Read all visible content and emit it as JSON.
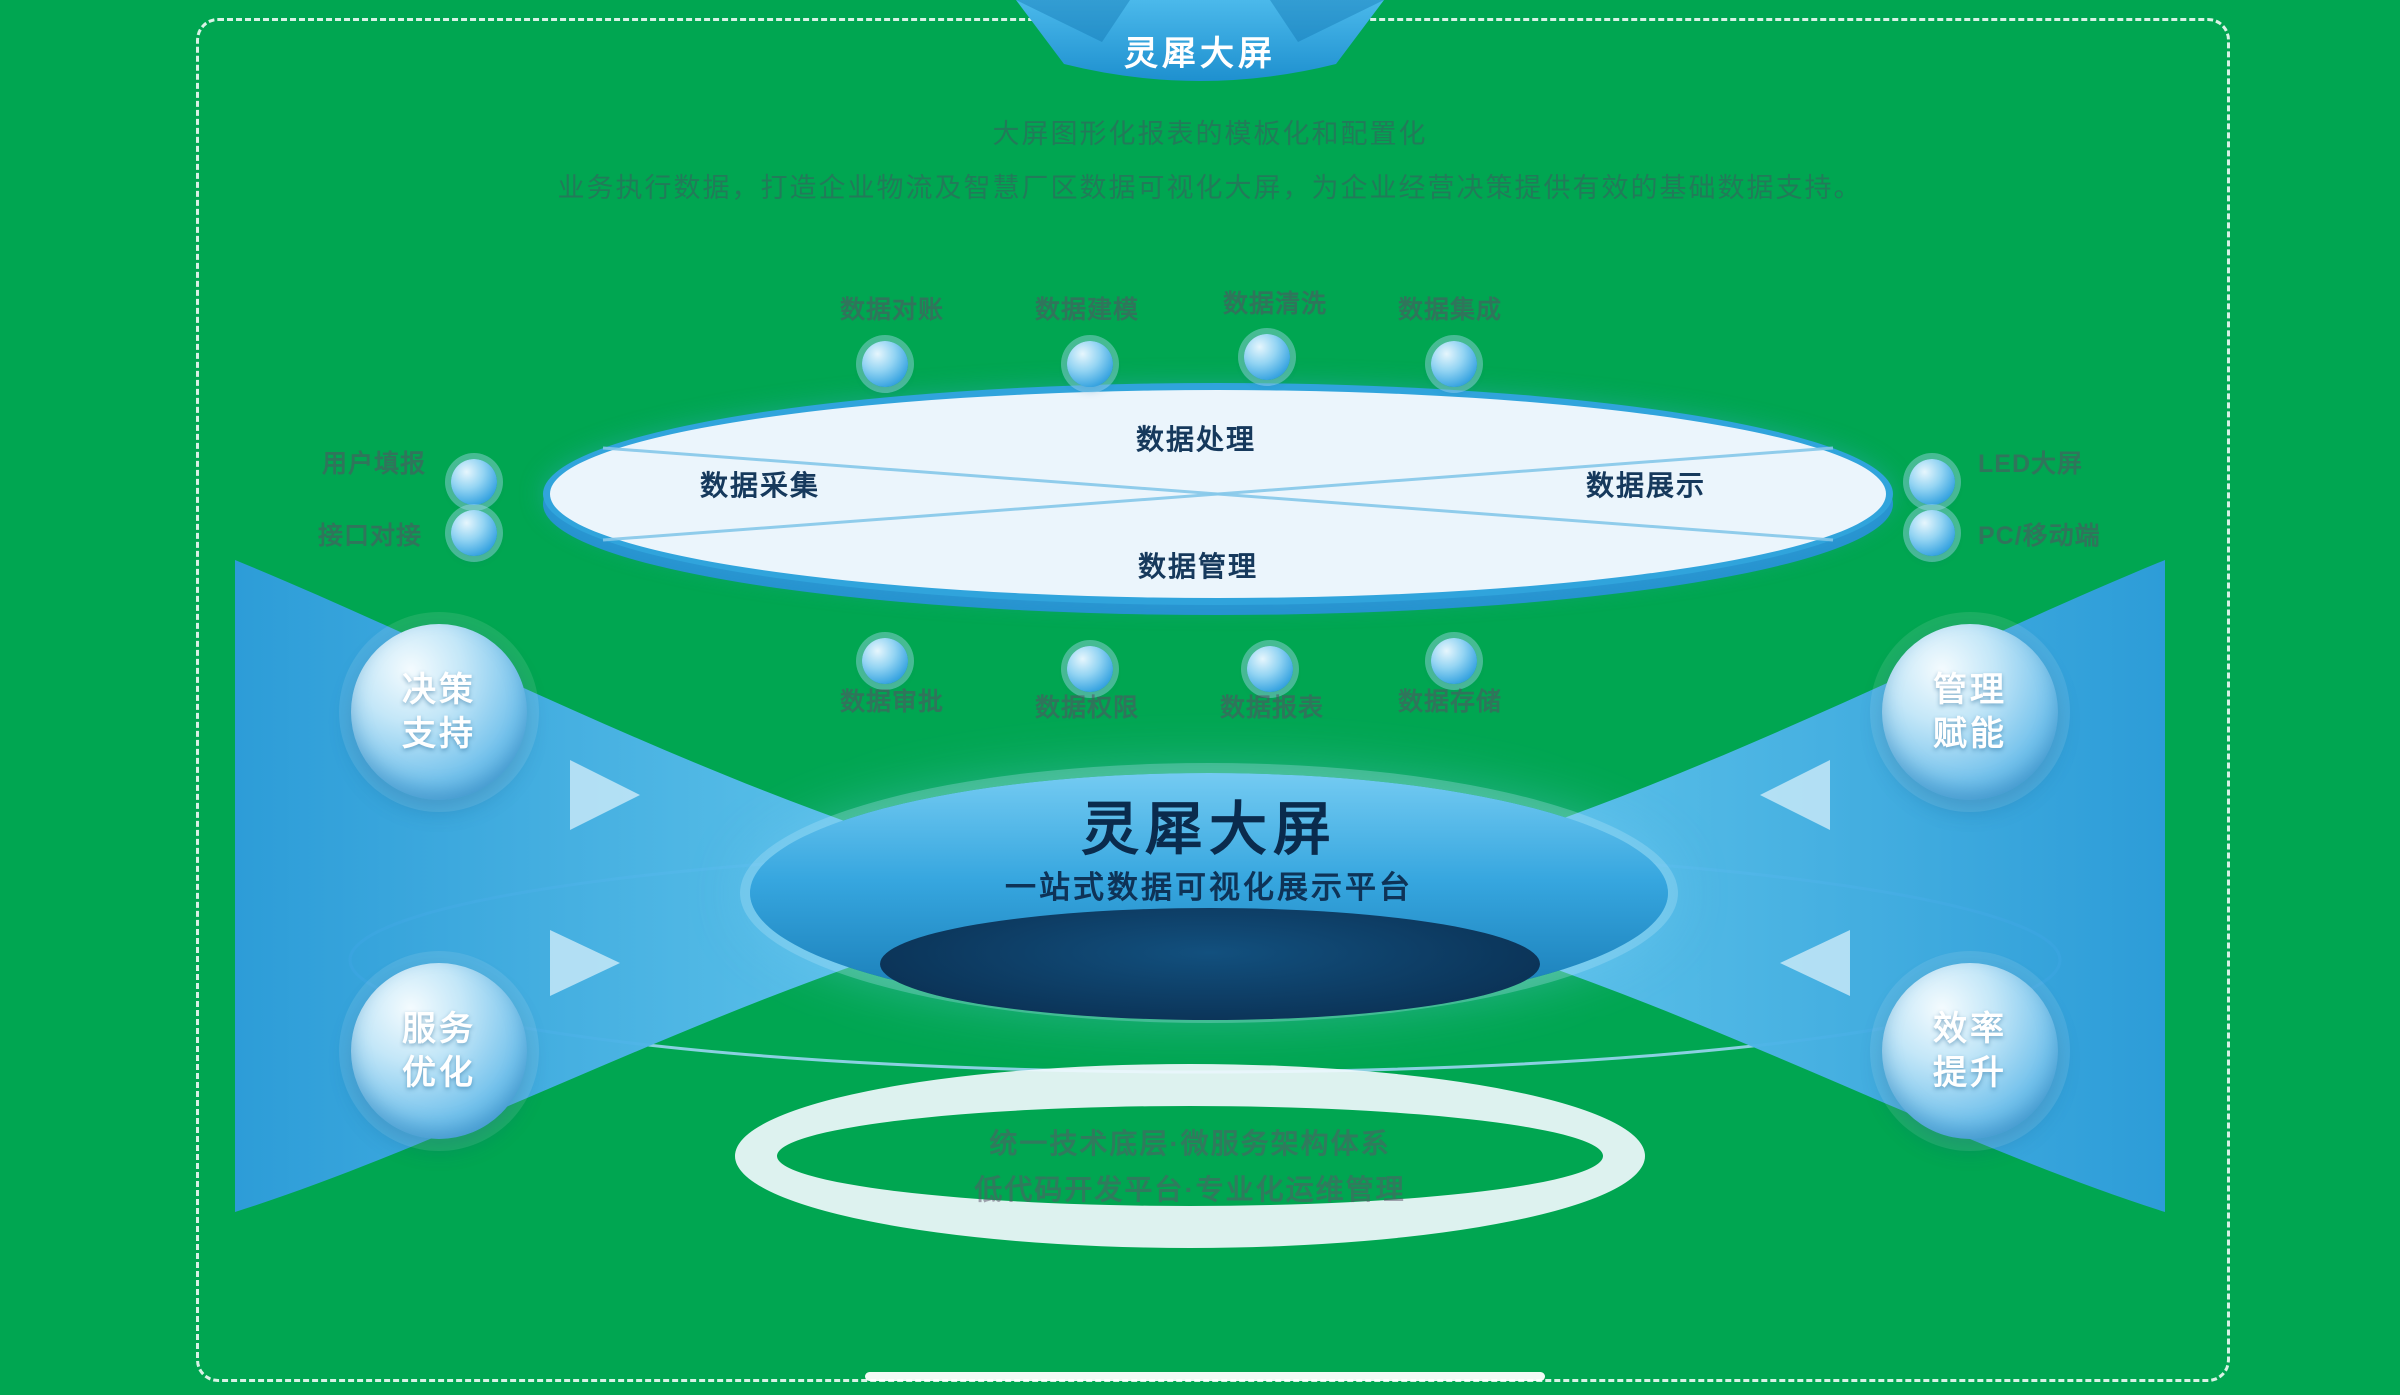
{
  "banner": {
    "title": "灵犀大屏"
  },
  "description": {
    "line1": "大屏图形化报表的模板化和配置化",
    "line2": "业务执行数据，打造企业物流及智慧厂区数据可视化大屏，为企业经营决策提供有效的基础数据支持。"
  },
  "disc": {
    "top": "数据处理",
    "left": "数据采集",
    "right": "数据展示",
    "bottom": "数据管理"
  },
  "nodes": {
    "top": [
      "数据对账",
      "数据建模",
      "数据清洗",
      "数据集成"
    ],
    "bottom": [
      "数据审批",
      "数据权限",
      "数据报表",
      "数据存储"
    ],
    "left": [
      "用户填报",
      "接口对接"
    ],
    "right": [
      "LED大屏",
      "PC/移动端"
    ]
  },
  "center": {
    "title": "灵犀大屏",
    "subtitle": "一站式数据可视化展示平台"
  },
  "corners": [
    {
      "line1": "决策",
      "line2": "支持"
    },
    {
      "line1": "管理",
      "line2": "赋能"
    },
    {
      "line1": "服务",
      "line2": "优化"
    },
    {
      "line1": "效率",
      "line2": "提升"
    }
  ],
  "base": {
    "line1": "统一技术底层·微服务架构体系",
    "line2": "低代码开发平台·专业化运维管理"
  },
  "colors": {
    "background": "#00A651",
    "banner_blue": "#2FA9E3",
    "disc_border": "#30A4DC",
    "funnel_blue": "#3DA9E2",
    "dark_navy": "#0A2B4D"
  }
}
